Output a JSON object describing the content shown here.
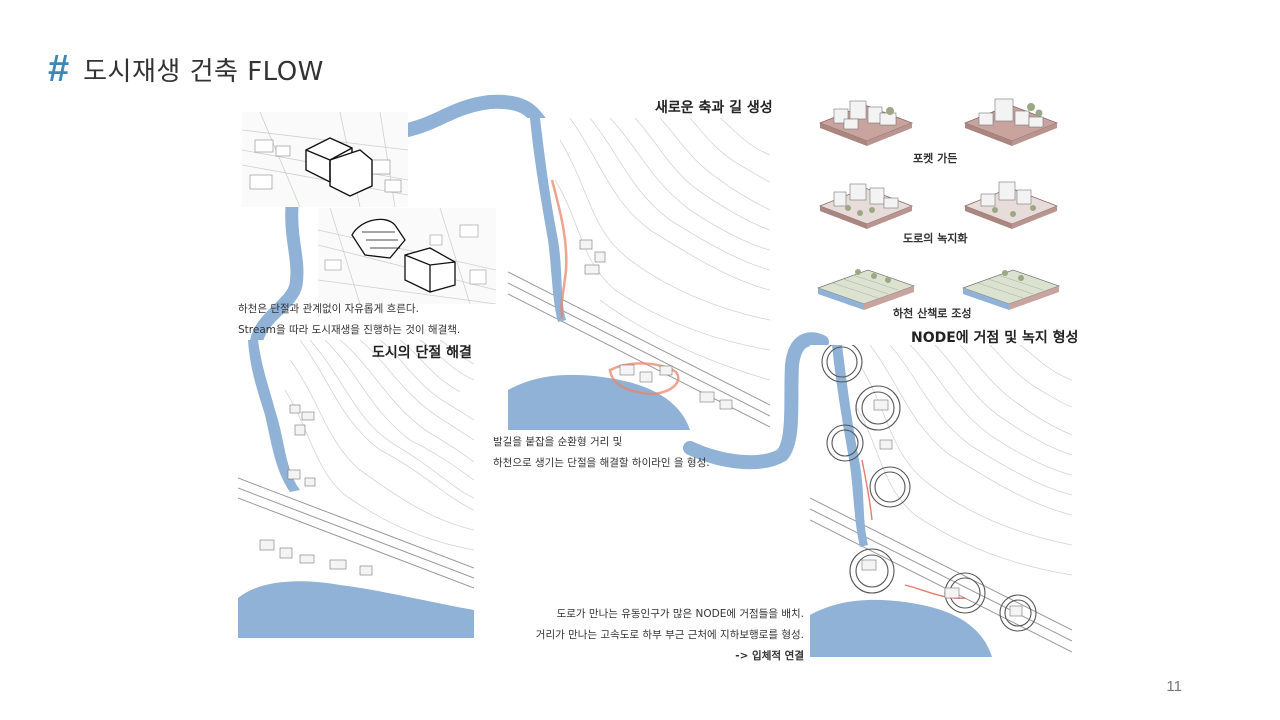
{
  "header": {
    "hash_symbol": "#",
    "title": "도시재생 건축 FLOW"
  },
  "panels": {
    "p1": {
      "heading": "도시의 단절 해결",
      "caption_lines": [
        "하천은 단절과 관계없이 자유롭게 흐른다.",
        "Stream을 따라 도시재생을 진행하는 것이 해결책."
      ]
    },
    "p2": {
      "heading": "새로운 축과 길 생성",
      "caption_lines": [
        "발길을 붙잡을 순환형 거리 및",
        "하천으로 생기는 단절을 해결할 하이라인 을 형성."
      ]
    },
    "p3": {
      "heading": "NODE에 거점 및 녹지 형성",
      "caption_lines": [
        "도로가 만나는 유동인구가 많은 NODE에 거점들을 배치.",
        "거리가 만나는 고속도로 하부 부근 근처에 지하보행로를 형성.",
        "-> 입체적 연결"
      ]
    }
  },
  "legend": {
    "pocket_garden": "포켓 가든",
    "road_greening": "도로의 녹지화",
    "stream_walk": "하천 산책로 조성"
  },
  "colors": {
    "accent": "#3f86b8",
    "water": "#8fb2d6",
    "route": "#e8866a",
    "ground": "#c9a49e"
  },
  "footer": {
    "page_number": "11"
  }
}
